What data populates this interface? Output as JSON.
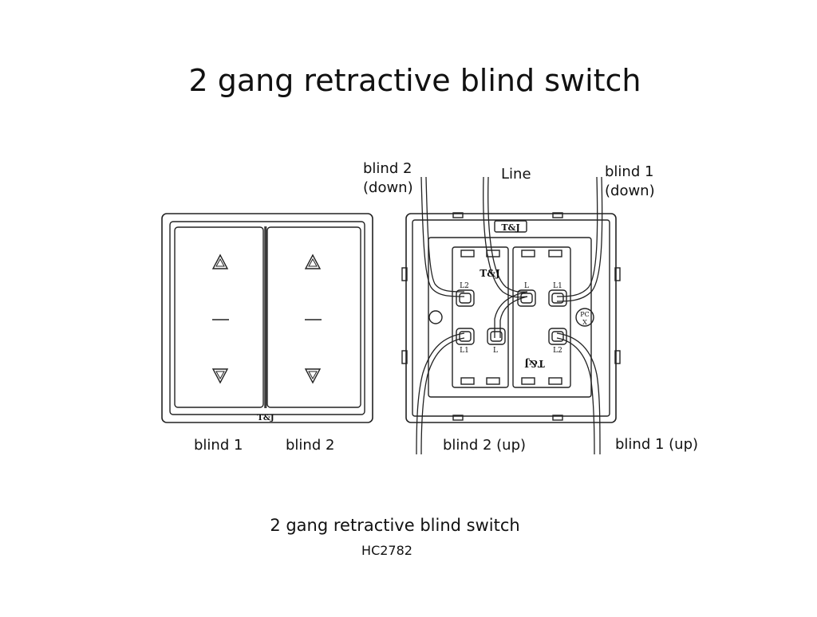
{
  "title": "2 gang retractive blind switch",
  "front_view": {
    "brand": "T&J",
    "left_rocker_label": "blind 1",
    "right_rocker_label": "blind 2"
  },
  "back_view": {
    "brand_top": "T&J",
    "module_left_brand": "T&J",
    "module_right_brand": "T&J",
    "terminals": {
      "top_left": "L2",
      "top_center": "L",
      "top_right": "L1",
      "bottom_left": "L1",
      "bottom_center": "L",
      "bottom_right": "L2"
    },
    "marking_pc": "PC",
    "marking_x": "X",
    "wire_labels": {
      "blind2_down_line1": "blind 2",
      "blind2_down_line2": "(down)",
      "line": "Line",
      "blind1_down_line1": "blind 1",
      "blind1_down_line2": "(down)",
      "blind2_up": "blind 2 (up)",
      "blind1_up": "blind 1 (up)"
    }
  },
  "caption": {
    "title": "2 gang retractive blind switch",
    "model": "HC2782"
  }
}
